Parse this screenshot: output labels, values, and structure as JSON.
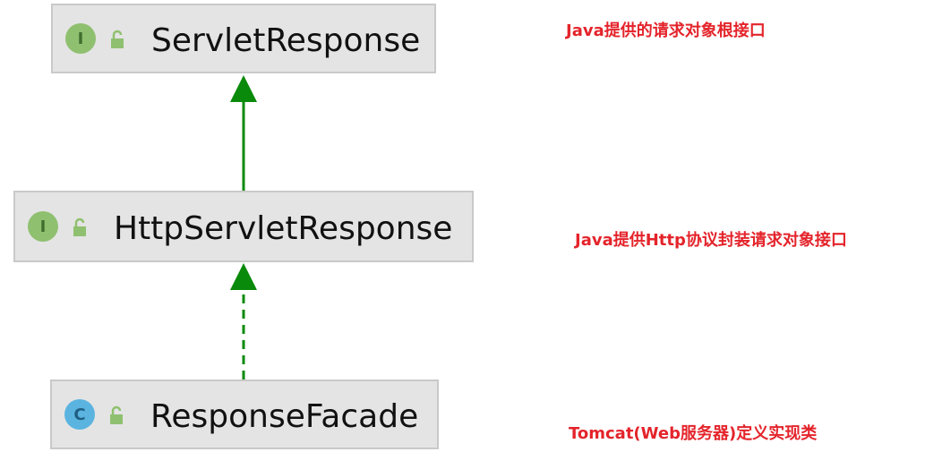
{
  "nodes": [
    {
      "id": "servlet-response",
      "kind": "interface",
      "badge": "I",
      "label": "ServletResponse"
    },
    {
      "id": "http-servlet-response",
      "kind": "interface",
      "badge": "I",
      "label": "HttpServletResponse"
    },
    {
      "id": "response-facade",
      "kind": "class",
      "badge": "C",
      "label": "ResponseFacade"
    }
  ],
  "notes": {
    "servlet_response": "Java提供的请求对象根接口",
    "http_servlet_response": "Java提供Http协议封装请求对象接口",
    "response_facade": "Tomcat(Web服务器)定义实现类"
  },
  "edges": [
    {
      "from": "http-servlet-response",
      "to": "servlet-response",
      "style": "solid"
    },
    {
      "from": "response-facade",
      "to": "http-servlet-response",
      "style": "dashed"
    }
  ],
  "colors": {
    "arrow": "#0a8a0a",
    "note": "#e4242b",
    "interface_badge": "#8fc06f",
    "class_badge": "#5bb4e0",
    "node_fill": "#e4e4e4"
  },
  "icons": {
    "visibility": "unlock-icon"
  }
}
